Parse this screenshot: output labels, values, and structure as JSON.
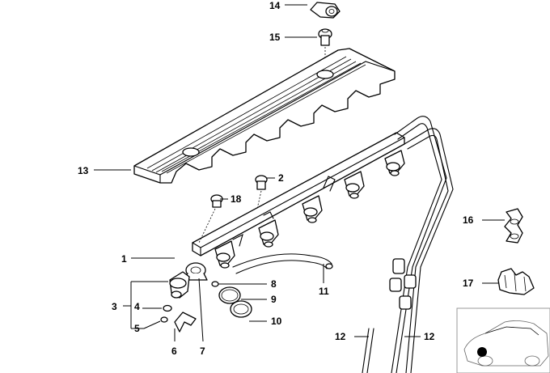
{
  "labels": {
    "p1": "1",
    "p2": "2",
    "p3": "3",
    "p4": "4",
    "p5": "5",
    "p6": "6",
    "p7": "7",
    "p8": "8",
    "p9": "9",
    "p10": "10",
    "p11": "11",
    "p12a": "12",
    "p12b": "12",
    "p13": "13",
    "p14": "14",
    "p15": "15",
    "p16": "16",
    "p17": "17",
    "p18": "18"
  },
  "colors": {
    "ink": "#000000",
    "background": "#ffffff",
    "inset_border": "#999999",
    "marker": "#000000"
  }
}
